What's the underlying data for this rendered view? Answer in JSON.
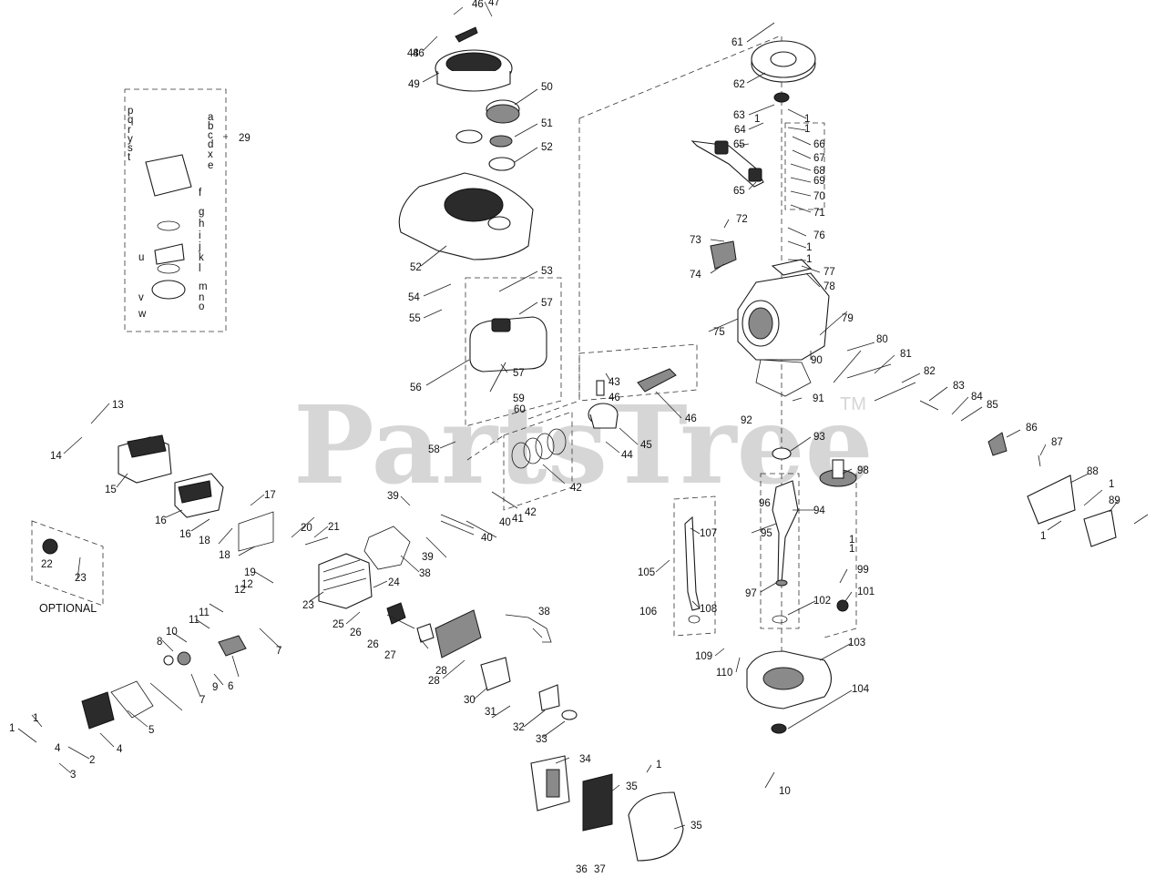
{
  "watermark": {
    "text": "PartsTree",
    "trademark": "TM"
  },
  "optional_label": "OPTIONAL",
  "carb_letters": [
    "p",
    "q",
    "r",
    "y",
    "s",
    "a",
    "b",
    "c",
    "d",
    "x",
    "e",
    "t",
    "f",
    "g",
    "h",
    "i",
    "j",
    "k",
    "u",
    "l",
    "m",
    "n",
    "o",
    "v",
    "w"
  ],
  "callouts": [
    "1",
    "1",
    "1",
    "1",
    "1",
    "1",
    "1",
    "1",
    "1",
    "1",
    "1",
    "1",
    "2",
    "3",
    "4",
    "4",
    "5",
    "6",
    "7",
    "7",
    "8",
    "9",
    "10",
    "11",
    "11",
    "12",
    "12",
    "13",
    "14",
    "15",
    "16",
    "16",
    "17",
    "18",
    "18",
    "19",
    "20",
    "21",
    "22",
    "23",
    "23",
    "24",
    "25",
    "26",
    "26",
    "27",
    "28",
    "28",
    "29",
    "30",
    "31",
    "32",
    "33",
    "34",
    "35",
    "35",
    "36",
    "37",
    "38",
    "38",
    "39",
    "39",
    "40",
    "40",
    "41",
    "42",
    "42",
    "43",
    "44",
    "45",
    "46",
    "46",
    "46",
    "46",
    "47",
    "48",
    "49",
    "50",
    "51",
    "52",
    "52",
    "53",
    "54",
    "55",
    "56",
    "57",
    "57",
    "58",
    "59",
    "60",
    "61",
    "62",
    "63",
    "64",
    "65",
    "65",
    "66",
    "67",
    "68",
    "69",
    "70",
    "71",
    "72",
    "73",
    "74",
    "75",
    "76",
    "77",
    "78",
    "79",
    "80",
    "81",
    "82",
    "83",
    "84",
    "85",
    "86",
    "87",
    "88",
    "89",
    "90",
    "91",
    "92",
    "93",
    "94",
    "95",
    "96",
    "97",
    "98",
    "99",
    "101",
    "102",
    "103",
    "104",
    "105",
    "106",
    "107",
    "108",
    "109",
    "110",
    "10"
  ]
}
